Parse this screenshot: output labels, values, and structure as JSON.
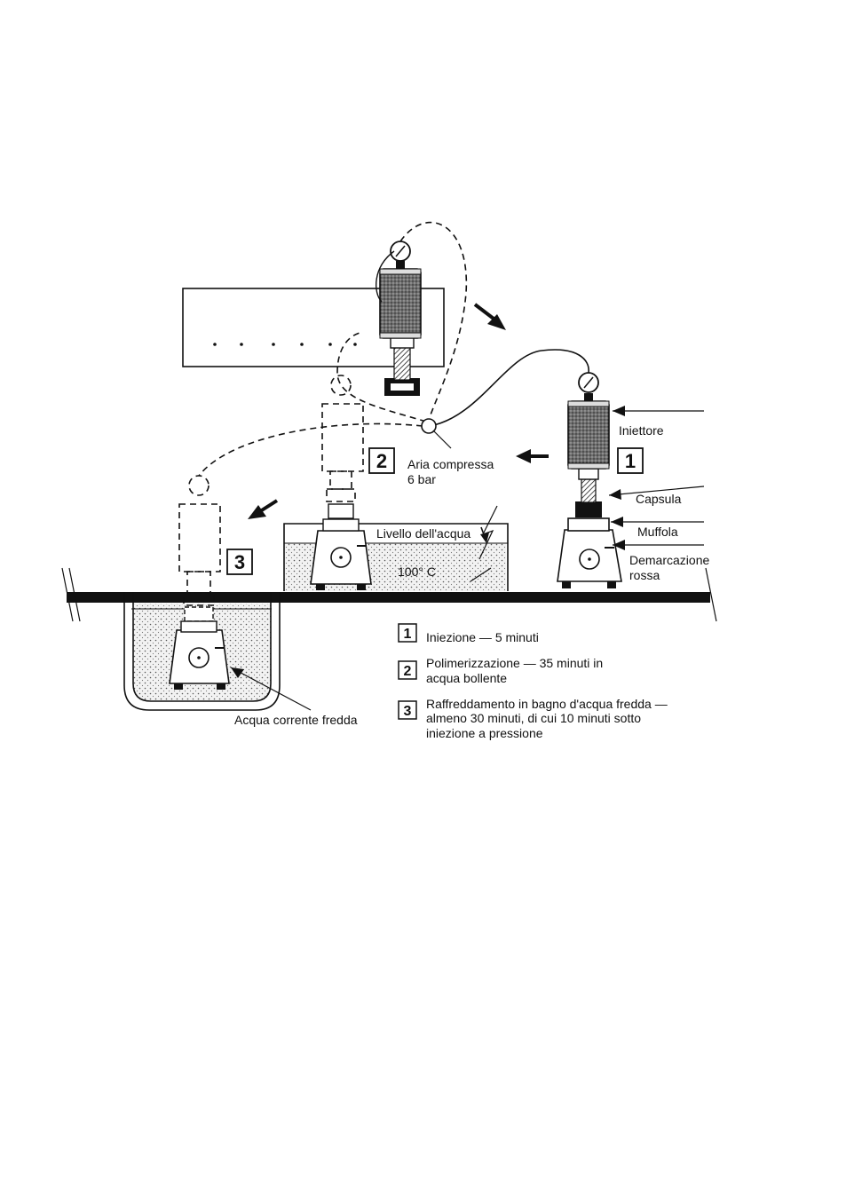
{
  "labels": {
    "iniettore": "Iniettore",
    "capsula": "Capsula",
    "muffola": "Muffola",
    "demarcazione_line1": "Demarcazione",
    "demarcazione_line2": "rossa",
    "aria_line1": "Aria compressa",
    "aria_line2": "6 bar",
    "livello": "Livello dell'acqua",
    "temperatura": "100° C",
    "acqua_fredda": "Acqua corrente fredda"
  },
  "step_badges": [
    "1",
    "2",
    "3"
  ],
  "legend": [
    {
      "number": "1",
      "lines": [
        "Iniezione — 5 minuti"
      ]
    },
    {
      "number": "2",
      "lines": [
        "Polimerizzazione — 35 minuti in",
        "acqua bollente"
      ]
    },
    {
      "number": "3",
      "lines": [
        "Raffreddamento in bagno d'acqua fredda —",
        "almeno 30 minuti, di cui 10 minuti sotto",
        "iniezione a pressione"
      ]
    }
  ],
  "colors": {
    "ink": "#111111",
    "water": "#d9d9d9",
    "bench": "#111111"
  }
}
